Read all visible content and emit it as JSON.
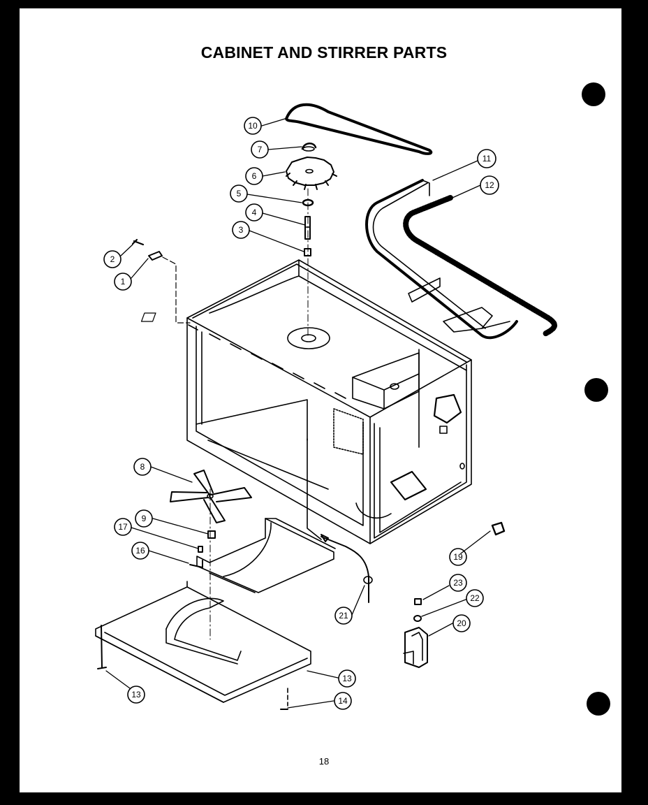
{
  "title": "CABINET AND STIRRER PARTS",
  "page_number": "18",
  "callouts": [
    "1",
    "2",
    "3",
    "4",
    "5",
    "6",
    "7",
    "8",
    "9",
    "10",
    "11",
    "12",
    "13",
    "13",
    "14",
    "16",
    "17",
    "19",
    "20",
    "21",
    "22",
    "23"
  ],
  "colors": {
    "ink": "#000000",
    "paper": "#ffffff",
    "background": "#000000"
  }
}
